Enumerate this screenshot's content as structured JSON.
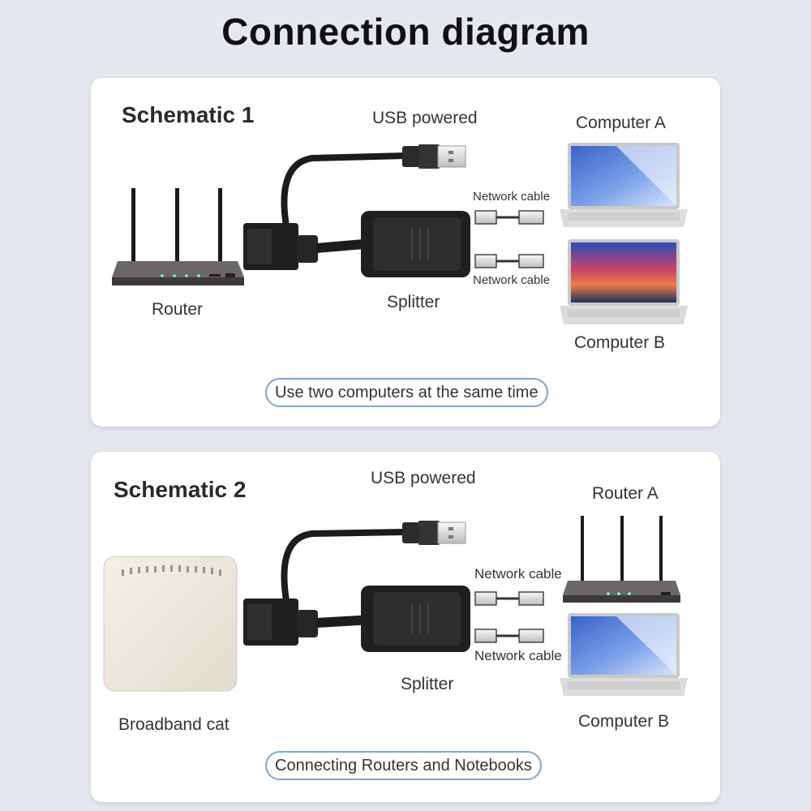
{
  "title": "Connection diagram",
  "schematic1": {
    "heading": "Schematic 1",
    "usb_label": "USB powered",
    "source_label": "Router",
    "splitter_label": "Splitter",
    "cable_label_top": "Network cable",
    "cable_label_bottom": "Network cable",
    "device_a_label": "Computer A",
    "device_b_label": "Computer B",
    "caption": "Use two computers at the same time"
  },
  "schematic2": {
    "heading": "Schematic 2",
    "usb_label": "USB powered",
    "source_label": "Broadband cat",
    "splitter_label": "Splitter",
    "cable_label_top": "Network cable",
    "cable_label_bottom": "Network cable",
    "device_a_label": "Router A",
    "device_b_label": "Computer B",
    "caption": "Connecting Routers and Notebooks"
  }
}
